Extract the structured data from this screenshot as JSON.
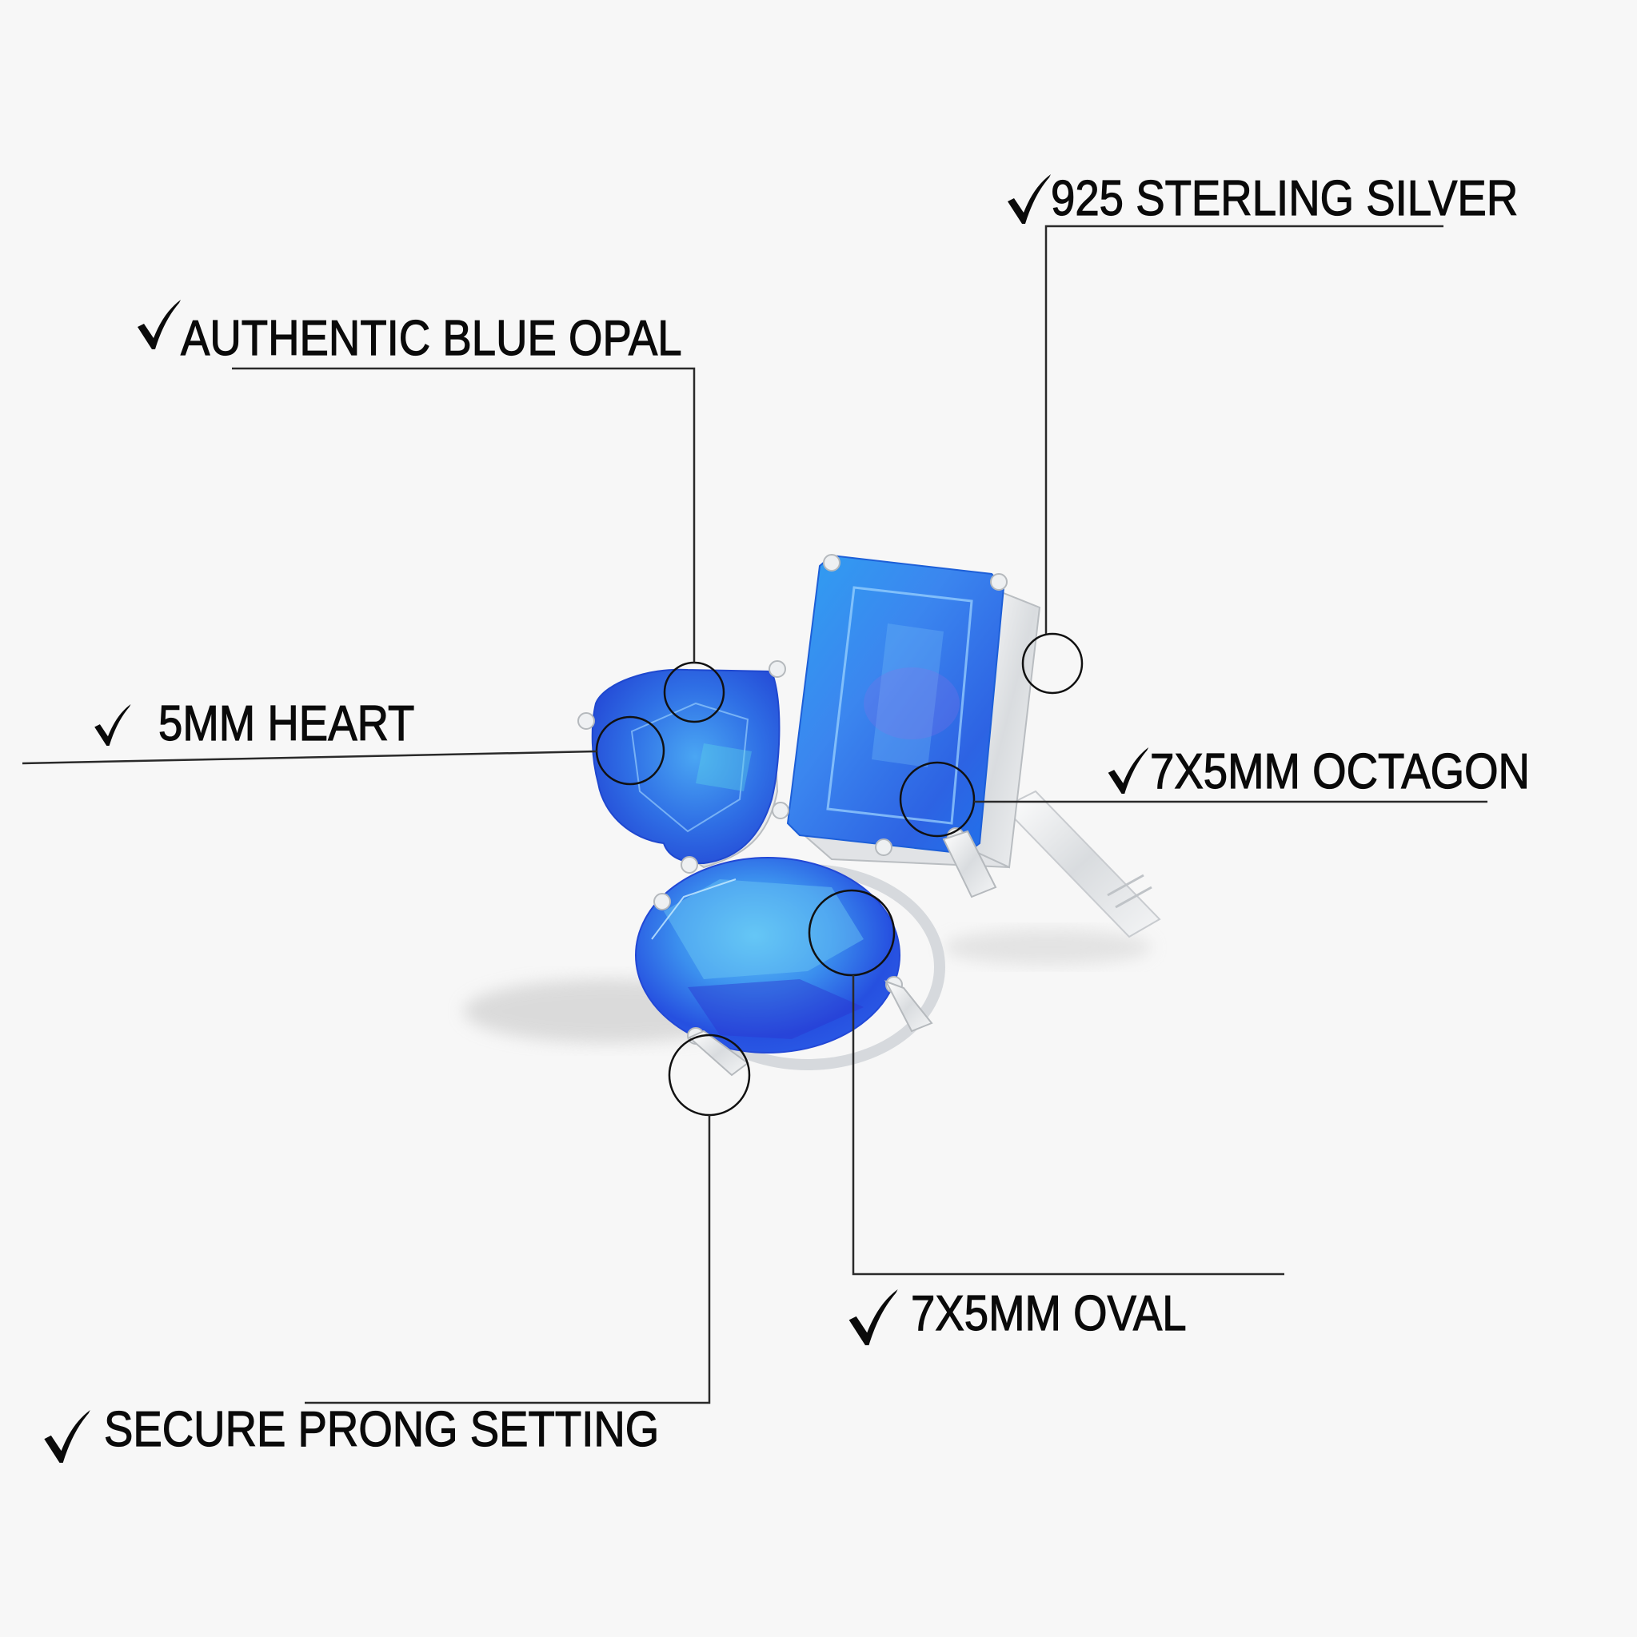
{
  "infographic": {
    "background_color": "#f7f7f7",
    "text_color": "#0a0a0a",
    "line_color": "#2a2a2a",
    "stone_color_primary": "#1e6fe8",
    "stone_color_light": "#3fa9f5",
    "stone_color_deep": "#2a3fd6",
    "metal_color": "#e6e8eb",
    "check_icon": "checkmark-icon",
    "features": [
      {
        "id": "silver",
        "label": "925 STERLING SILVER"
      },
      {
        "id": "opal",
        "label": "AUTHENTIC BLUE OPAL"
      },
      {
        "id": "heart",
        "label": "5MM HEART"
      },
      {
        "id": "octagon",
        "label": "7X5MM OCTAGON"
      },
      {
        "id": "oval",
        "label": "7X5MM OVAL"
      },
      {
        "id": "prong",
        "label": "SECURE PRONG SETTING"
      }
    ],
    "product": {
      "description": "Earring with three blue opal stones (heart, octagon, oval) in silver prong setting"
    }
  }
}
